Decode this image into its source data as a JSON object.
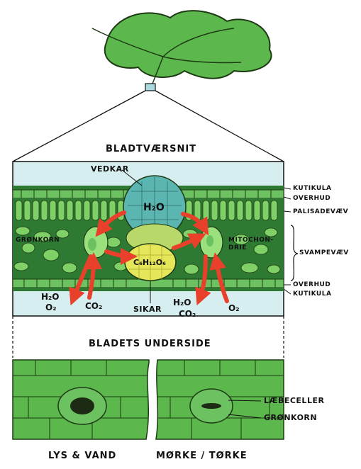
{
  "title": "BLADTVÆRSNIT",
  "subtitle_underside": "BLADETS UNDERSIDE",
  "labels_right": {
    "kutikula_top": "KUTIKULA",
    "overhud_top": "OVERHUD",
    "palisadevaev": "PALISADEVÆV",
    "svampevaev": "SVAMPEVÆV",
    "overhud_bottom": "OVERHUD",
    "kutikula_bottom": "KUTIKULA"
  },
  "labels_inner": {
    "vedkar": "VEDKAR",
    "gronkorn": "GRØNKORN",
    "mitochondrie_1": "MITOCHON-",
    "mitochondrie_2": "DRIE",
    "sikar": "SIKAR"
  },
  "chem": {
    "h2o_vedkar": "H₂O",
    "glucose": "C₆H₁₂O₆",
    "h2o_left": "H₂O",
    "o2_left": "O₂",
    "co2_left": "CO₂",
    "h2o_right": "H₂O",
    "co2_right": "CO₂",
    "o2_right": "O₂"
  },
  "stoma_labels": {
    "laebeceller": "LÆBECELLER",
    "gronkorn": "GRØNKORN"
  },
  "captions": {
    "left": "LYS & VAND",
    "right": "MØRKE / TØRKE"
  },
  "colors": {
    "leaf_green": "#5cb84c",
    "dark_green": "#2f7a33",
    "cell_green": "#6cc160",
    "xylem_blue": "#5bb5b0",
    "phloem_yellow": "#e6e65a",
    "arrow_red": "#e8402a",
    "background_blue": "#d6eef0"
  }
}
